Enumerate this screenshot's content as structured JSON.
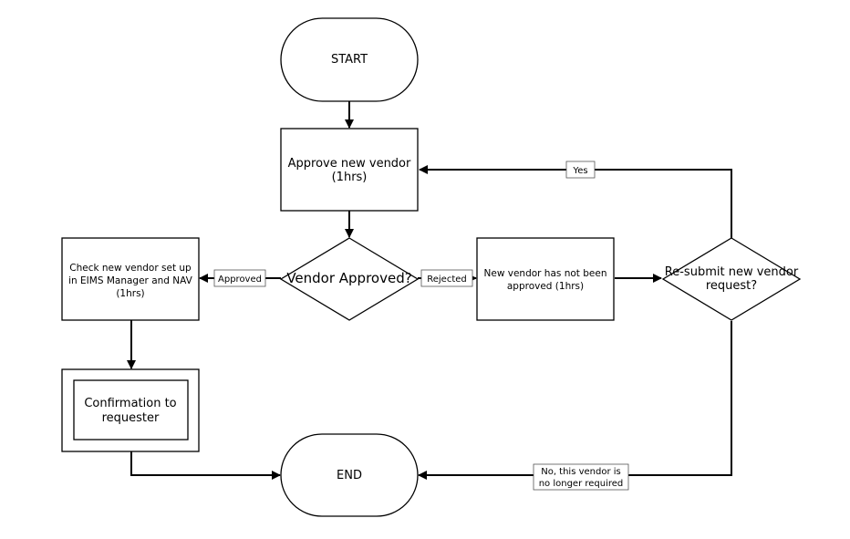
{
  "diagram": {
    "nodes": {
      "start": {
        "text": "START"
      },
      "approve": {
        "line1": "Approve new vendor",
        "line2": "(1hrs)"
      },
      "decision": {
        "text": "Vendor Approved?"
      },
      "check": {
        "line1": "Check new vendor set up",
        "line2": "in EIMS Manager and NAV",
        "line3": "(1hrs)"
      },
      "not_approved": {
        "line1": "New vendor has not been",
        "line2": "approved (1hrs)"
      },
      "resubmit": {
        "line1": "Re-submit new vendor",
        "line2": "request?"
      },
      "confirm": {
        "line1": "Confirmation to",
        "line2": "requester"
      },
      "end": {
        "text": "END"
      }
    },
    "edge_labels": {
      "approved": "Approved",
      "rejected": "Rejected",
      "yes": "Yes",
      "no_line1": "No, this vendor is",
      "no_line2": "no longer required"
    }
  }
}
